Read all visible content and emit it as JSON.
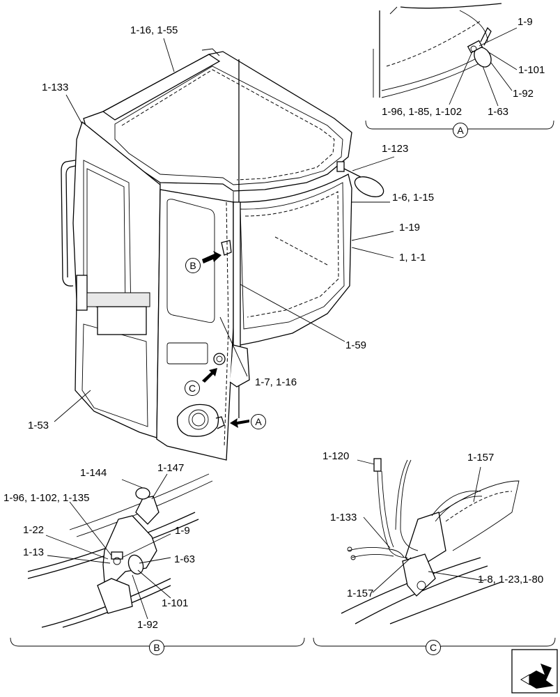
{
  "main_view": {
    "labels": [
      {
        "id": "l1",
        "text": "1-16, 1-55"
      },
      {
        "id": "l2",
        "text": "1-133"
      },
      {
        "id": "l3",
        "text": "1-123"
      },
      {
        "id": "l4",
        "text": "1-6, 1-15"
      },
      {
        "id": "l5",
        "text": "1-19"
      },
      {
        "id": "l6",
        "text": "1, 1-1"
      },
      {
        "id": "l7",
        "text": "1-59"
      },
      {
        "id": "l8",
        "text": "1-7, 1-16"
      },
      {
        "id": "l9",
        "text": "1-53"
      }
    ],
    "callouts": [
      {
        "id": "cB",
        "text": "B"
      },
      {
        "id": "cC",
        "text": "C"
      },
      {
        "id": "cA",
        "text": "A"
      }
    ]
  },
  "detail_a": {
    "labels": [
      {
        "id": "a1",
        "text": "1-9"
      },
      {
        "id": "a2",
        "text": "1-101"
      },
      {
        "id": "a3",
        "text": "1-92"
      },
      {
        "id": "a4",
        "text": "1-96, 1-85, 1-102"
      },
      {
        "id": "a5",
        "text": "1-63"
      }
    ],
    "badge": "A"
  },
  "detail_b": {
    "labels": [
      {
        "id": "b1",
        "text": "1-144"
      },
      {
        "id": "b2",
        "text": "1-147"
      },
      {
        "id": "b3",
        "text": "1-96, 1-102, 1-135"
      },
      {
        "id": "b4",
        "text": "1-22"
      },
      {
        "id": "b5",
        "text": "1-9"
      },
      {
        "id": "b6",
        "text": "1-13"
      },
      {
        "id": "b7",
        "text": "1-63"
      },
      {
        "id": "b8",
        "text": "1-101"
      },
      {
        "id": "b9",
        "text": "1-92"
      }
    ],
    "badge": "B"
  },
  "detail_c": {
    "labels": [
      {
        "id": "c1",
        "text": "1-120"
      },
      {
        "id": "c2",
        "text": "1-157"
      },
      {
        "id": "c3",
        "text": "1-133"
      },
      {
        "id": "c4",
        "text": "1-8, 1-23,1-80"
      },
      {
        "id": "c5",
        "text": "1-157"
      }
    ],
    "badge": "C"
  },
  "nav_icon": "next-page-arrow-icon"
}
